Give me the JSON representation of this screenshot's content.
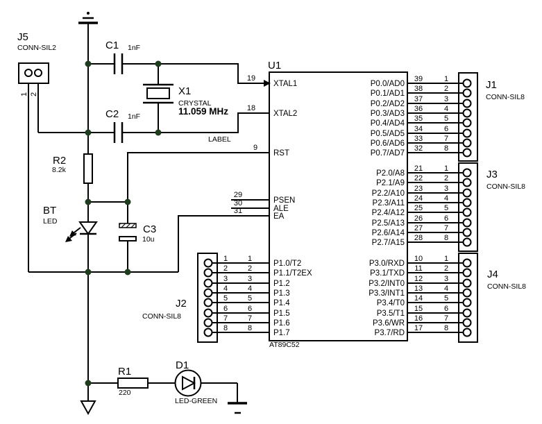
{
  "colors": {
    "wire": "#000000",
    "junction_dot": "#1d3d1d",
    "background": "#ffffff"
  },
  "components": {
    "u1": {
      "ref": "U1",
      "part": "AT89C52"
    },
    "j5": {
      "ref": "J5",
      "type": "CONN-SIL2",
      "pin1": "1",
      "pin2": "2"
    },
    "j1": {
      "ref": "J1",
      "type": "CONN-SIL8"
    },
    "j2": {
      "ref": "J2",
      "type": "CONN-SIL8"
    },
    "j3": {
      "ref": "J3",
      "type": "CONN-SIL8"
    },
    "j4": {
      "ref": "J4",
      "type": "CONN-SIL8"
    },
    "c1": {
      "ref": "C1",
      "value": "1nF"
    },
    "c2": {
      "ref": "C2",
      "value": "1nF"
    },
    "c3": {
      "ref": "C3",
      "value": "10u"
    },
    "x1": {
      "ref": "X1",
      "type": "CRYSTAL",
      "value": "11.059 MHz",
      "net_label": "LABEL"
    },
    "r1": {
      "ref": "R1",
      "value": "220"
    },
    "r2": {
      "ref": "R2",
      "value": "8.2k"
    },
    "bt": {
      "ref": "BT",
      "type": "LED"
    },
    "d1": {
      "ref": "D1",
      "type": "LED-GREEN"
    }
  },
  "u1_pins": {
    "xtal1": {
      "num": "19",
      "name": "XTAL1"
    },
    "xtal2": {
      "num": "18",
      "name": "XTAL2"
    },
    "rst": {
      "num": "9",
      "name": "RST"
    },
    "psen": {
      "num": "29",
      "name": "PSEN"
    },
    "ale": {
      "num": "30",
      "name": "ALE"
    },
    "ea": {
      "num": "31",
      "name": "EA"
    },
    "p1": [
      {
        "conn": "1",
        "num": "1",
        "name": "P1.0/T2"
      },
      {
        "conn": "2",
        "num": "2",
        "name": "P1.1/T2EX"
      },
      {
        "conn": "3",
        "num": "3",
        "name": "P1.2"
      },
      {
        "conn": "4",
        "num": "4",
        "name": "P1.3"
      },
      {
        "conn": "5",
        "num": "5",
        "name": "P1.4"
      },
      {
        "conn": "6",
        "num": "6",
        "name": "P1.5"
      },
      {
        "conn": "7",
        "num": "7",
        "name": "P1.6"
      },
      {
        "conn": "8",
        "num": "8",
        "name": "P1.7"
      }
    ],
    "p0": [
      {
        "num": "39",
        "conn": "1",
        "name": "P0.0/AD0"
      },
      {
        "num": "38",
        "conn": "2",
        "name": "P0.1/AD1"
      },
      {
        "num": "37",
        "conn": "3",
        "name": "P0.2/AD2"
      },
      {
        "num": "36",
        "conn": "4",
        "name": "P0.3/AD3"
      },
      {
        "num": "35",
        "conn": "5",
        "name": "P0.4/AD4"
      },
      {
        "num": "34",
        "conn": "6",
        "name": "P0.5/AD5"
      },
      {
        "num": "33",
        "conn": "7",
        "name": "P0.6/AD6"
      },
      {
        "num": "32",
        "conn": "8",
        "name": "P0.7/AD7"
      }
    ],
    "p2": [
      {
        "num": "21",
        "conn": "1",
        "name": "P2.0/A8"
      },
      {
        "num": "22",
        "conn": "2",
        "name": "P2.1/A9"
      },
      {
        "num": "23",
        "conn": "3",
        "name": "P2.2/A10"
      },
      {
        "num": "24",
        "conn": "4",
        "name": "P2.3/A11"
      },
      {
        "num": "25",
        "conn": "5",
        "name": "P2.4/A12"
      },
      {
        "num": "26",
        "conn": "6",
        "name": "P2.5/A13"
      },
      {
        "num": "27",
        "conn": "7",
        "name": "P2.6/A14"
      },
      {
        "num": "28",
        "conn": "8",
        "name": "P2.7/A15"
      }
    ],
    "p3": [
      {
        "num": "10",
        "conn": "1",
        "name": "P3.0/RXD"
      },
      {
        "num": "11",
        "conn": "2",
        "name": "P3.1/TXD"
      },
      {
        "num": "12",
        "conn": "3",
        "name": "P3.2/INT0"
      },
      {
        "num": "13",
        "conn": "4",
        "name": "P3.3/INT1"
      },
      {
        "num": "14",
        "conn": "5",
        "name": "P3.4/T0"
      },
      {
        "num": "15",
        "conn": "6",
        "name": "P3.5/T1"
      },
      {
        "num": "16",
        "conn": "7",
        "name": "P3.6/WR"
      },
      {
        "num": "17",
        "conn": "8",
        "name": "P3.7/RD"
      }
    ]
  }
}
